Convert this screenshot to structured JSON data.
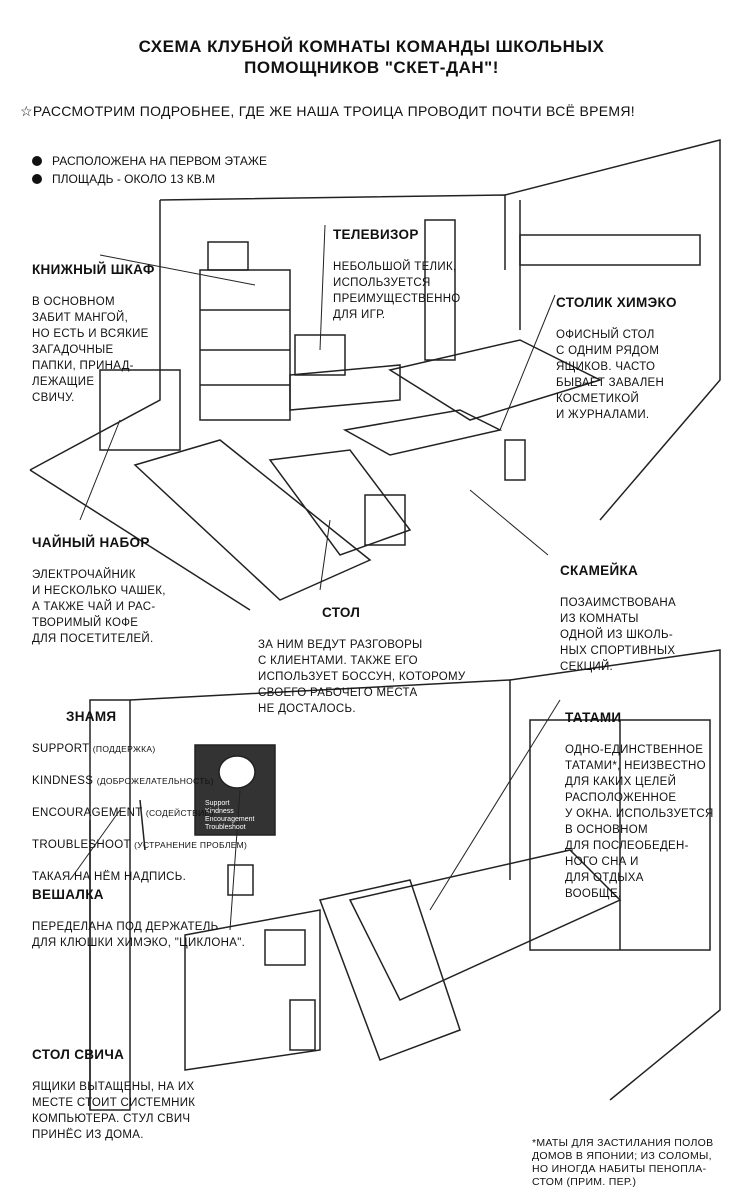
{
  "title": [
    "Схема клубной комнаты команды школьных",
    "помощников \"Скет-Дан\"!"
  ],
  "intro": "☆Рассмотрим подробнее, где же наша троица проводит почти всё время!",
  "facts": [
    "Расположена на первом этаже",
    "Площадь - около 13 кв.м"
  ],
  "labels": {
    "bookshelf": {
      "title": "Книжный шкаф",
      "text": "в основном\nзабит мангой,\nно есть и всякие\nзагадочные\nпапки, принад-\nлежащие\nСвичу."
    },
    "tv": {
      "title": "Телевизор",
      "text": "небольшой телик,\nиспользуется\nпреимущественно\nдля игр."
    },
    "himeko_desk": {
      "title": "Столик Химэко",
      "text": "офисный стол\nс одним рядом\nящиков. Часто\nбывает завален\nкосметикой\nи журналами."
    },
    "tea_set": {
      "title": "Чайный набор",
      "text": "электрочайник\nи несколько чашек,\nа также чай и рас-\nтворимый кофе\nдля посетителей."
    },
    "bench": {
      "title": "Скамейка",
      "text": "позаимствована\nиз комнаты\nодной из школь-\nных спортивных\nсекций."
    },
    "table": {
      "title": "Стол",
      "text": "За ним ведут разговоры\nс клиентами. Также его\nиспользует Боссун, которому\nсвоего рабочего места\nне досталось."
    },
    "banner": {
      "title": "Знамя",
      "lines": [
        {
          "en": "SUPPORT",
          "ru": "(поддержка)"
        },
        {
          "en": "KINDNESS",
          "ru": "(доброжелательность)"
        },
        {
          "en": "ENCOURAGEMENT",
          "ru": "(содействие)"
        },
        {
          "en": "TROUBLESHOOT",
          "ru": "(устранение проблем)"
        }
      ],
      "footer": "такая на нём надпись.",
      "flag_text": [
        "Support",
        "Kindness",
        "Encouragement",
        "Troubleshoot"
      ]
    },
    "tatami": {
      "title": "Татами",
      "text": "Одно-единственное\nтатами*, неизвестно\nдля каких целей\nрасположенное\nу окна. Используется\nв основном\nдля послеобеден-\nного сна и\nдля отдыха\nвообще."
    },
    "hanger": {
      "title": "Вешалка",
      "text": "переделана под держатель\nдля клюшки Химэко, \"Циклона\"."
    },
    "switch_desk": {
      "title": "Стол Свича",
      "text": "ящики вытащены, на их\nместе стоит системник\nкомпьютера. Стул Свич\nпринёс из дома."
    }
  },
  "footnote": "*Маты для застилания полов\nдомов в Японии; из соломы,\nно иногда набиты пенопла-\nстом (прим. пер.)"
}
